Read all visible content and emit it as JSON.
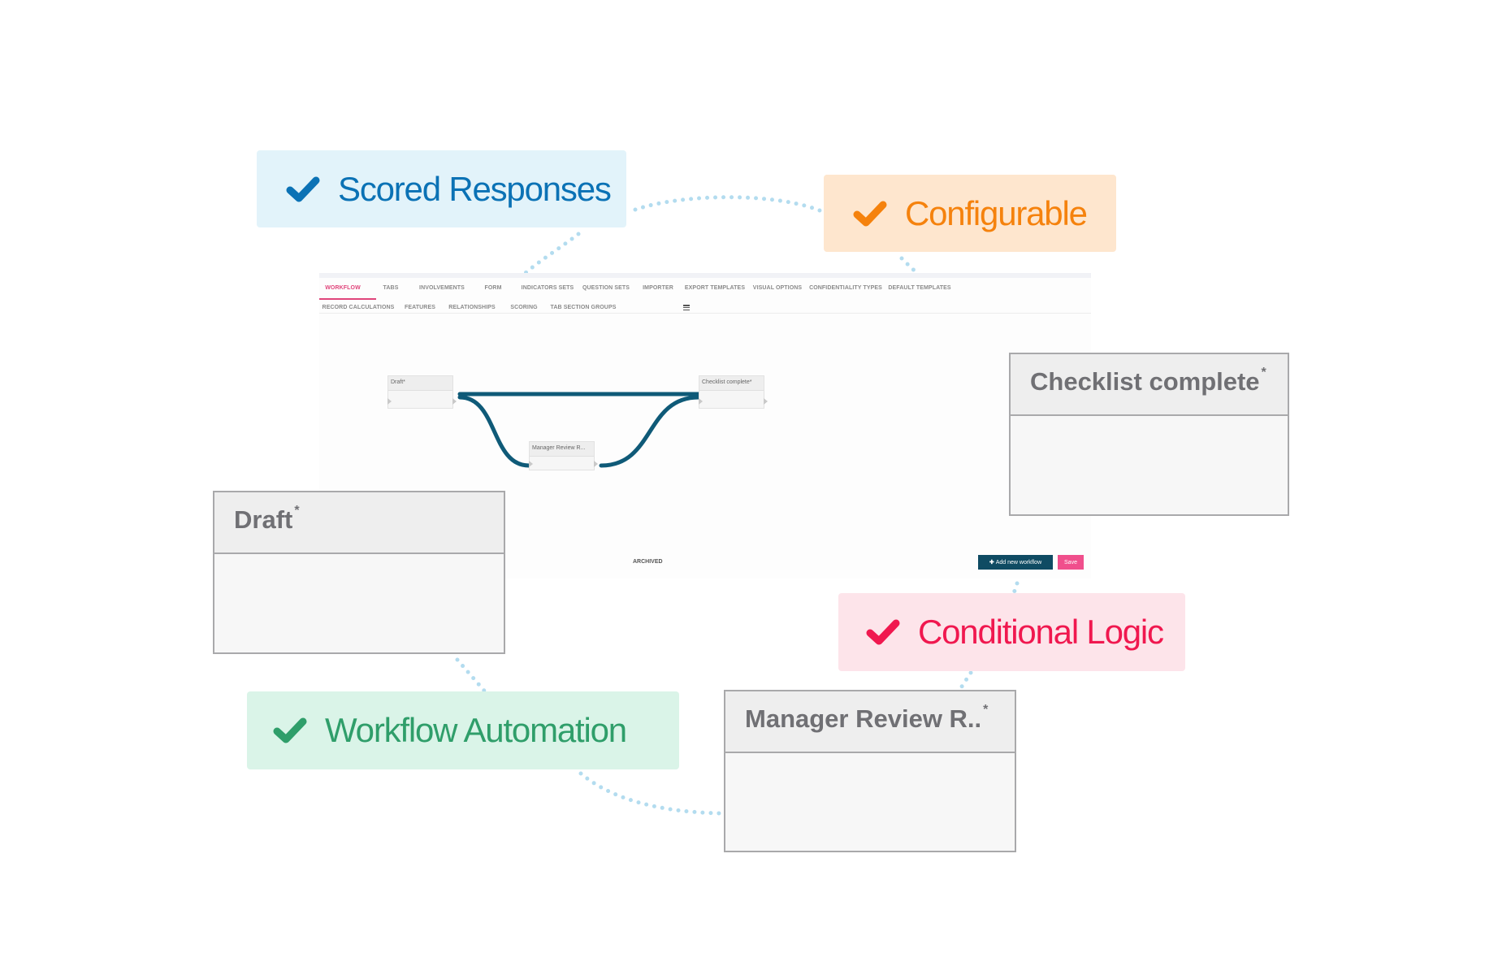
{
  "app": {
    "tabs_row1": [
      {
        "label": "WORKFLOW",
        "active": true
      },
      {
        "label": "TABS",
        "active": false
      },
      {
        "label": "INVOLVEMENTS",
        "active": false
      },
      {
        "label": "FORM",
        "active": false
      },
      {
        "label": "INDICATORS SETS",
        "active": false
      },
      {
        "label": "QUESTION SETS",
        "active": false
      },
      {
        "label": "IMPORTER",
        "active": false
      },
      {
        "label": "EXPORT TEMPLATES",
        "active": false
      },
      {
        "label": "VISUAL OPTIONS",
        "active": false
      },
      {
        "label": "CONFIDENTIALITY TYPES",
        "active": false
      },
      {
        "label": "DEFAULT TEMPLATES",
        "active": false
      }
    ],
    "tabs_row2": [
      {
        "label": "RECORD CALCULATIONS"
      },
      {
        "label": "FEATURES"
      },
      {
        "label": "RELATIONSHIPS"
      },
      {
        "label": "SCORING"
      },
      {
        "label": "TAB SECTION GROUPS"
      }
    ],
    "more_menu_icon": "hamburger-icon",
    "workflow_nodes": [
      {
        "id": "draft",
        "label": "Draft*"
      },
      {
        "id": "manager",
        "label": "Manager Review R..."
      },
      {
        "id": "checklist",
        "label": "Checklist complete*"
      }
    ],
    "transitions": [
      {
        "from": "draft",
        "to": "checklist"
      },
      {
        "from": "draft",
        "to": "manager"
      },
      {
        "from": "manager",
        "to": "checklist"
      }
    ],
    "archived_label": "ARCHIVED",
    "add_button": {
      "icon": "plus-icon",
      "label": "Add new workflow"
    },
    "save_button": {
      "label": "Save"
    },
    "colors": {
      "accent": "#e0457b",
      "connector": "#0f5a78",
      "add_button": "#0f4b63",
      "save_button": "#f04f8c"
    }
  },
  "callouts": [
    {
      "id": "scored",
      "label": "Scored Responses",
      "icon": "checkmark-icon",
      "color": "#0b72b5",
      "bg": "#e2f3fa"
    },
    {
      "id": "configurable",
      "label": "Configurable",
      "icon": "checkmark-icon",
      "color": "#f5820d",
      "bg": "#fee6ce"
    },
    {
      "id": "conditional",
      "label": "Conditional Logic",
      "icon": "checkmark-icon",
      "color": "#f0184f",
      "bg": "#fde4ea"
    },
    {
      "id": "automation",
      "label": "Workflow Automation",
      "icon": "checkmark-icon",
      "color": "#2f9e6a",
      "bg": "#daf4e8"
    }
  ],
  "states": [
    {
      "id": "checklist",
      "title": "Checklist complete",
      "required_mark": "*"
    },
    {
      "id": "draft",
      "title": "Draft",
      "required_mark": "*"
    },
    {
      "id": "manager",
      "title": "Manager Review R..",
      "required_mark": "*"
    }
  ],
  "dot_color": "#b3dcef"
}
